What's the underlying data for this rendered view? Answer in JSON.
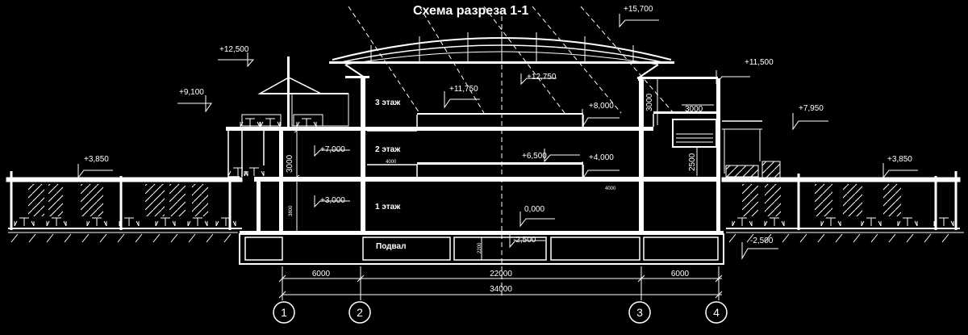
{
  "title": "Схема разреза 1-1",
  "levels": {
    "top": "+15,700",
    "l12500": "+12,500",
    "l12750": "+12,750",
    "l11750": "+11,750",
    "l11500": "+11,500",
    "l9100": "+9,100",
    "l8000": "+8,000",
    "l7950": "+7,950",
    "l7000": "+7,000",
    "l6500": "+6,500",
    "l4000": "+4,000",
    "l3850_left": "+3,850",
    "l3850_right": "+3,850",
    "l3000": "+3,000",
    "zero": "0,000",
    "m2500_in": "-2,500",
    "m2500_out": "-2,500"
  },
  "floors": {
    "f3": "3 этаж",
    "f2": "2 этаж",
    "f1": "1 этаж",
    "basement": "Подвал"
  },
  "heights": {
    "h3000_a": "3000",
    "h3000_b": "3000",
    "h3000_w": "3000",
    "h2500": "2500",
    "h3800": "3800",
    "h2200": "2200",
    "s4000_a": "4000",
    "s4000_b": "4000"
  },
  "spans": {
    "left": "6000",
    "middle": "22000",
    "right": "6000",
    "total": "34000"
  },
  "axes": [
    "1",
    "2",
    "3",
    "4"
  ]
}
